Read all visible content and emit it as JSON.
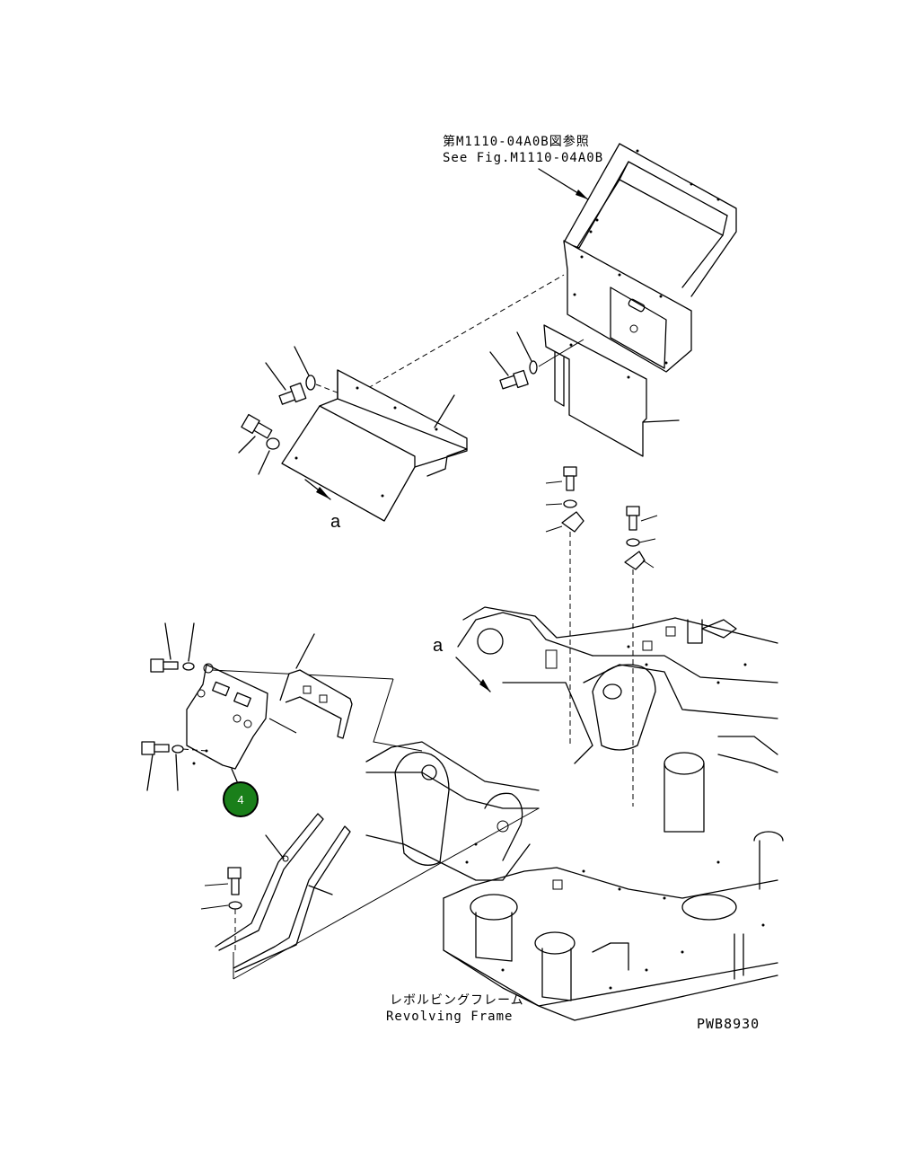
{
  "references": {
    "top_jp": "第M1110-04A0B図参照",
    "top_en": "See Fig.M1110-04A0B"
  },
  "labels": {
    "view_a_upper": "a",
    "view_a_lower": "a"
  },
  "frame": {
    "jp": "レボルビングフレーム",
    "en": "Revolving Frame"
  },
  "drawing_code": "PWB8930",
  "callouts": [
    {
      "number": "4",
      "color": "#1a7f1a"
    }
  ]
}
